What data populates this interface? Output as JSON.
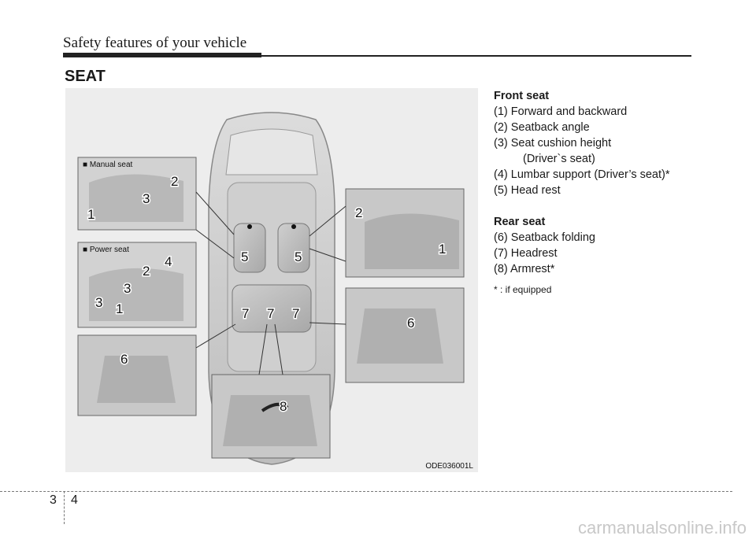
{
  "header": {
    "title": "Safety features of your vehicle"
  },
  "section": {
    "title": "SEAT"
  },
  "figure": {
    "code": "ODE036001L",
    "manual_seat_label": "■ Manual seat",
    "power_seat_label": "■ Power seat",
    "callouts": [
      "1",
      "2",
      "3",
      "4",
      "5",
      "6",
      "7",
      "8"
    ]
  },
  "front_seat": {
    "heading": "Front seat",
    "items": [
      "(1) Forward and backward",
      "(2) Seatback angle",
      "(3) Seat cushion height",
      "(Driver`s seat)",
      "(4) Lumbar support (Driver’s seat)*",
      "(5) Head rest"
    ]
  },
  "rear_seat": {
    "heading": "Rear seat",
    "items": [
      "(6) Seatback folding",
      "(7) Headrest",
      "(8) Armrest*"
    ]
  },
  "footnote": "* : if equipped",
  "page": {
    "chapter": "3",
    "number": "4"
  },
  "watermark": "carmanualsonline.info"
}
